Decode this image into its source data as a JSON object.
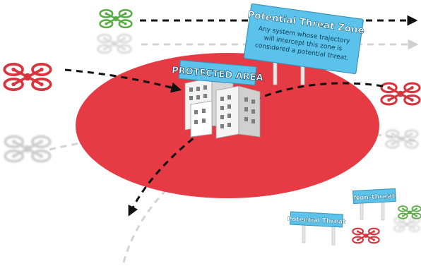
{
  "protected_area": {
    "label": "PROTECTED AREA"
  },
  "threat_zone_sign": {
    "title": "Potential Threat Zone",
    "lines": [
      "Any system whose trajectory",
      "will intercept this zone is",
      "considered a potential threat."
    ]
  },
  "legend": {
    "non_threat_label": "Non-threat",
    "potential_threat_label": "Potential Threat"
  },
  "colors": {
    "zone_red": "#e63b44",
    "threat_drone": "#d8343d",
    "safe_drone": "#5aac44",
    "sign_blue": "#5bc2ec",
    "faded_drone": "#c8c8c8"
  }
}
